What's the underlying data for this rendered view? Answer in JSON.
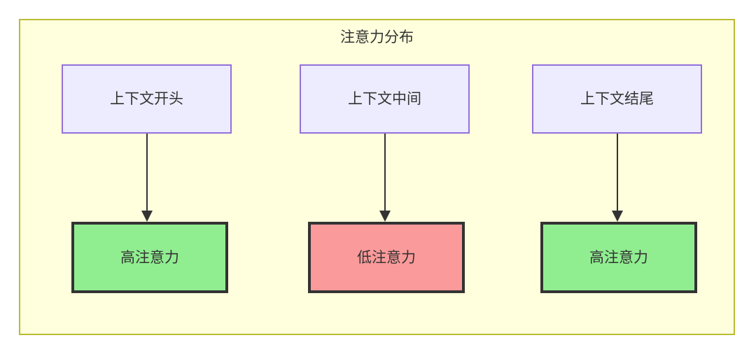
{
  "diagram": {
    "title": "注意力分布",
    "colors": {
      "container_fill": "#ffffdd",
      "container_border": "#bbbb33",
      "source_fill": "#ececfe",
      "source_border": "#9370db",
      "high_attention_fill": "#90ee90",
      "low_attention_fill": "#fb9a9a",
      "node_border_dark": "#333333",
      "edge": "#333333",
      "text": "#333333"
    },
    "sources": [
      {
        "label": "上下文开头"
      },
      {
        "label": "上下文中间"
      },
      {
        "label": "上下文结尾"
      }
    ],
    "results": [
      {
        "label": "高注意力",
        "level": "high"
      },
      {
        "label": "低注意力",
        "level": "low"
      },
      {
        "label": "高注意力",
        "level": "high"
      }
    ],
    "edges": [
      {
        "from": "上下文开头",
        "to": "高注意力"
      },
      {
        "from": "上下文中间",
        "to": "低注意力"
      },
      {
        "from": "上下文结尾",
        "to": "高注意力"
      }
    ]
  }
}
